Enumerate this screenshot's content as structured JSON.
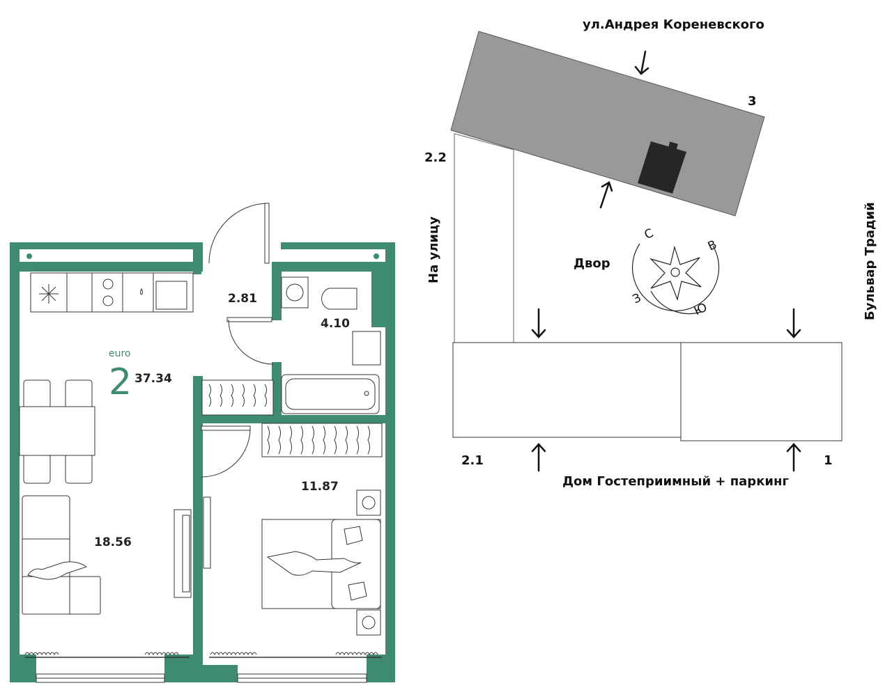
{
  "floor_plan": {
    "type_label": "euro",
    "rooms_count": "2",
    "total_area": "37.34",
    "rooms": {
      "hall_area": "2.81",
      "bathroom_area": "4.10",
      "living_kitchen_area": "18.56",
      "bedroom_area": "11.87"
    }
  },
  "site_map": {
    "street_top": "ул.Андрея Кореневского",
    "street_left": "На улицу",
    "street_right": "Бульвар Традий",
    "bottom_label": "Дом Гостеприимный + паркинг",
    "yard_label": "Двор",
    "building_labels": {
      "b3": "3",
      "b2_2": "2.2",
      "b2_1": "2.1",
      "b1": "1"
    },
    "compass": {
      "north": "С",
      "east": "В",
      "south": "Ю",
      "west": "З"
    }
  },
  "colors": {
    "wall": "#3f8a72",
    "building_main": "#999999",
    "building_dark": "#262626",
    "line": "#333333"
  }
}
